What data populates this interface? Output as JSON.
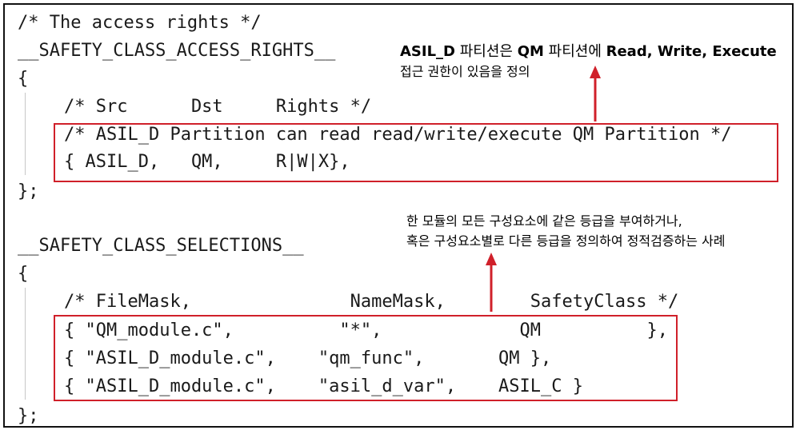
{
  "colors": {
    "highlight": "#d0202a",
    "text": "#1a1a1a",
    "border": "#111111"
  },
  "code": {
    "comment_access": "/* The access rights */",
    "macro_access": "__SAFETY_CLASS_ACCESS_RIGHTS__",
    "open_brace_1": "{",
    "header_access": "/* Src      Dst     Rights */",
    "comment_partition": "/* ASIL_D Partition can read read/write/execute QM Partition */",
    "rule_access": "{ ASIL_D,   QM,     R|W|X},",
    "close_brace_1": "};",
    "macro_selections": "__SAFETY_CLASS_SELECTIONS__",
    "open_brace_2": "{",
    "header_selections": "/* FileMask,               NameMask,        SafetyClass */",
    "row_1": "{ \"QM_module.c\",          \"*\",             QM          },",
    "row_2": "{ \"ASIL_D_module.c\",    \"qm_func\",       QM },",
    "row_3": "{ \"ASIL_D_module.c\",    \"asil_d_var\",    ASIL_C }",
    "close_brace_2": "};"
  },
  "annotation_1": {
    "part1": "ASIL_D",
    "part2": " 파티션은 ",
    "part3": "QM",
    "part4": " 파티션에 ",
    "part5": "Read, Write, Execute",
    "line2": "접근 권한이 있음을 정의"
  },
  "annotation_2": {
    "line1": "한 모듈의 모든 구성요소에 같은 등급을 부여하거나,",
    "line2": "혹은 구성요소별로 다른 등급을 정의하여 정적검증하는 사례"
  }
}
